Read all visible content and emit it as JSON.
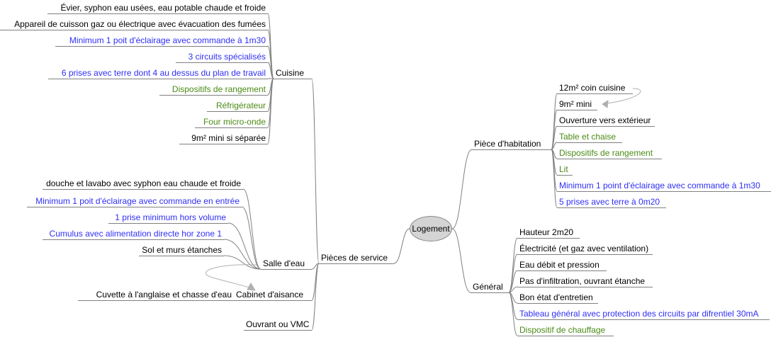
{
  "colors": {
    "black": "#000000",
    "blue": "#2f2ff5",
    "green": "#4a8a14",
    "line": "#808080",
    "arrow": "#b0b0b0",
    "root_fill": "#d4d4d4"
  },
  "root": "Logement",
  "cuisine": {
    "label": "Cuisine",
    "items": [
      {
        "text": "Évier, syphon eau usées, eau potable chaude et froide",
        "color": "black"
      },
      {
        "text": "Appareil de cuisson gaz ou électrique avec évacuation des fumées",
        "color": "black"
      },
      {
        "text": "Minimum 1 poit d'éclairage avec commande à 1m30",
        "color": "blue"
      },
      {
        "text": "3 circuits spécialisés",
        "color": "blue"
      },
      {
        "text": "6 prises avec terre dont 4 au dessus du plan de travail",
        "color": "blue"
      },
      {
        "text": "Dispositifs de rangement",
        "color": "green"
      },
      {
        "text": "Réfrigérateur",
        "color": "green"
      },
      {
        "text": "Four micro-onde",
        "color": "green"
      },
      {
        "text": "9m² mini si séparée",
        "color": "black"
      }
    ]
  },
  "pieces_service": {
    "label": "Pièces de service"
  },
  "salle_eau": {
    "label": "Salle d'eau",
    "items": [
      {
        "text": "douche et lavabo avec syphon eau chaude et froide",
        "color": "black"
      },
      {
        "text": "Minimum 1 poit d'éclairage avec commande en entrée",
        "color": "blue"
      },
      {
        "text": "1 prise minimum hors volume",
        "color": "blue"
      },
      {
        "text": "Cumulus avec alimentation directe hor zone 1",
        "color": "blue"
      },
      {
        "text": "Sol et murs étanches",
        "color": "black"
      }
    ]
  },
  "cabinet": {
    "label": "Cabinet d'aisance",
    "items": [
      {
        "text": "Cuvette à l'anglaise et chasse d'eau",
        "color": "black"
      }
    ]
  },
  "ouvrant": {
    "label": "Ouvrant ou VMC"
  },
  "habitation": {
    "label": "Pièce d'habitation",
    "items": [
      {
        "text": "12m² coin cuisine",
        "color": "black"
      },
      {
        "text": "9m² mini",
        "color": "black"
      },
      {
        "text": "Ouverture vers extérieur",
        "color": "black"
      },
      {
        "text": "Table et chaise",
        "color": "green"
      },
      {
        "text": "Dispositifs de rangement",
        "color": "green"
      },
      {
        "text": "Lit",
        "color": "green"
      },
      {
        "text": "Minimum 1 point d'éclairage avec commande à 1m30",
        "color": "blue"
      },
      {
        "text": "5 prises avec terre à 0m20",
        "color": "blue"
      }
    ]
  },
  "general": {
    "label": "Général",
    "items": [
      {
        "text": "Hauteur 2m20",
        "color": "black"
      },
      {
        "text": "Électricité (et gaz avec ventilation)",
        "color": "black"
      },
      {
        "text": "Eau débit et pression",
        "color": "black"
      },
      {
        "text": "Pas d'infiltration, ouvrant étanche",
        "color": "black"
      },
      {
        "text": "Bon état d'entretien",
        "color": "black"
      },
      {
        "text": "Tableau général avec protection des circuits par difrentiel 30mA",
        "color": "blue"
      },
      {
        "text": "Dispositif de chauffage",
        "color": "green"
      }
    ]
  }
}
